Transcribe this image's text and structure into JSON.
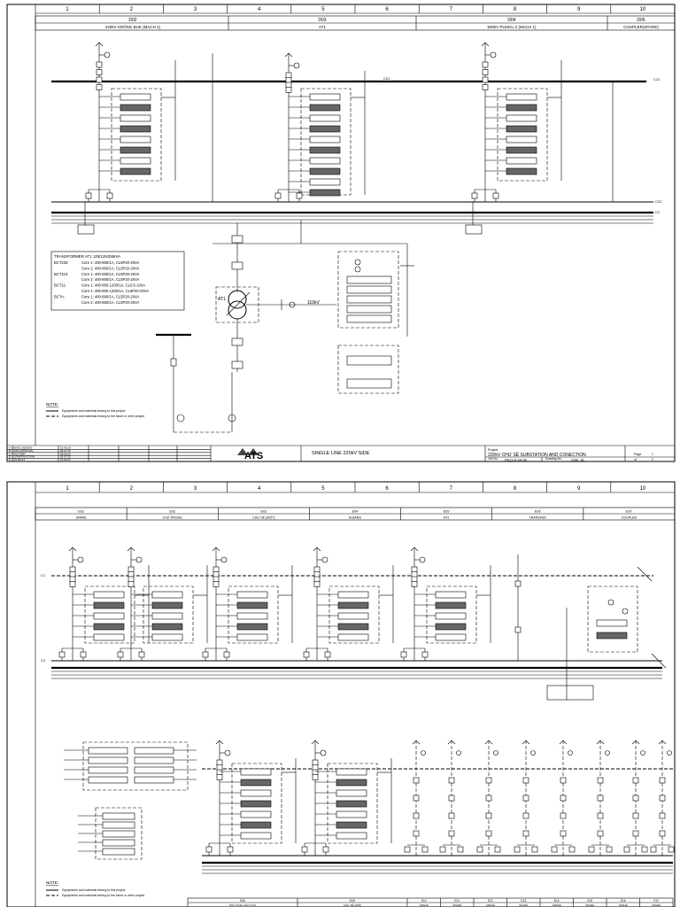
{
  "page1": {
    "columns": [
      "1",
      "2",
      "3",
      "4",
      "5",
      "6",
      "7",
      "8",
      "9",
      "10"
    ],
    "bays": [
      {
        "code": "D02",
        "name": "220kV KRÔNG BUK (MẠCH 1)"
      },
      {
        "code": "D03",
        "name": "AT1"
      },
      {
        "code": "D04",
        "name": "500kV PLEIKU 2 (MẠCH 1)"
      },
      {
        "code": "D05",
        "name": "COUPLER(SPARE)"
      }
    ],
    "bus_labels": {
      "c21": "C21",
      "c22": "C22",
      "c2": "C2"
    },
    "transformer": {
      "title": "TRANSFORMER AT1 125/125/25MVA",
      "lines": [
        {
          "k": "BCT220:",
          "v": "Core 1: 400-800/1A, CL5P20-20VA"
        },
        {
          "k": "",
          "v": "Core 2: 400-800/1A, CL5P20-20VA"
        },
        {
          "k": "BCT110:",
          "v": "Core 1: 400-800/1A, CL5P20-20VA"
        },
        {
          "k": "",
          "v": "Core 2: 400-800/1A, CL5P20-20VA"
        },
        {
          "k": "BCT11:",
          "v": "Core 1: 400-800-1200/1A, CL0.5-10VA"
        },
        {
          "k": "",
          "v": "Core 2: 400-800-1200/1A, CL5P20-20VA"
        },
        {
          "k": "BCTn:",
          "v": "Core 1: 400-800/1A, CL5P20-20VA"
        },
        {
          "k": "",
          "v": "Core 2: 400-800/1A, CL5P20-20VA"
        }
      ],
      "at_label": "AT1",
      "side_label": "110kV"
    },
    "note_title": "NOTE:",
    "note_lines": [
      "Equipments and materials belong to this project",
      "Equipments and materials belong to the future or other project"
    ],
    "rev_rows": [
      {
        "rev": "A",
        "desc": "BASIC DESIGN",
        "date": "15.06.20"
      },
      {
        "rev": "B",
        "desc": "FOR APPROVAL",
        "date": "28.07.20"
      },
      {
        "rev": "C",
        "desc": "FACTORY",
        "date": "08.09.20"
      },
      {
        "rev": "D",
        "desc": "CONSTRUCTION",
        "date": "02.07.22"
      },
      {
        "rev": "E",
        "desc": "AS BUILT",
        "date": "15.08.22"
      }
    ],
    "logo": "ATS",
    "sheet_title": "SINGLE LINE 220kV SIDE",
    "project_label": "Project:",
    "project": "220kV CHƯ SÊ SUBSTATION AND CONECTION",
    "job_label": "Job No.",
    "job": "PECC4-20-09",
    "drawing_label": "Drawing No.",
    "drawing": "CSE_SL",
    "page_label": "Page",
    "page": "1",
    "of_label": "of",
    "of": "2"
  },
  "page2": {
    "columns": [
      "1",
      "2",
      "3",
      "4",
      "5",
      "6",
      "7",
      "8",
      "9",
      "10"
    ],
    "bays": [
      {
        "code": "E01",
        "name": "SPARE"
      },
      {
        "code": "E02",
        "name": "CHƯ PRONG"
      },
      {
        "code": "E03",
        "name": "CHƯ SÊ (MỘT)"
      },
      {
        "code": "E04",
        "name": "IA BANG"
      },
      {
        "code": "E05",
        "name": "AT1"
      },
      {
        "code": "E06",
        "name": "TRANSFER"
      },
      {
        "code": "E07",
        "name": "COUPLER"
      }
    ],
    "bus_labels": {
      "c1": "C1",
      "c2": "C2"
    },
    "bottom_bays": [
      {
        "code": "E08",
        "name": "TRÀ TÁNG-CHƯ PƯH"
      },
      {
        "code": "E09",
        "name": "CHƯ SÊ (MỚI)"
      },
      {
        "code": "E10",
        "name": "SPARE"
      },
      {
        "code": "E11",
        "name": "SPARE"
      },
      {
        "code": "E12",
        "name": "SPARE"
      },
      {
        "code": "E13",
        "name": "SPARE"
      },
      {
        "code": "E14",
        "name": "SPARE"
      },
      {
        "code": "E15",
        "name": "SPARE"
      },
      {
        "code": "E16",
        "name": "SPARE"
      },
      {
        "code": "E17",
        "name": "SPARE"
      }
    ],
    "note_title": "NOTE:",
    "note_lines": [
      "Equipments and materials belong to this project",
      "Equipments and materials belong to the future or other project"
    ]
  }
}
